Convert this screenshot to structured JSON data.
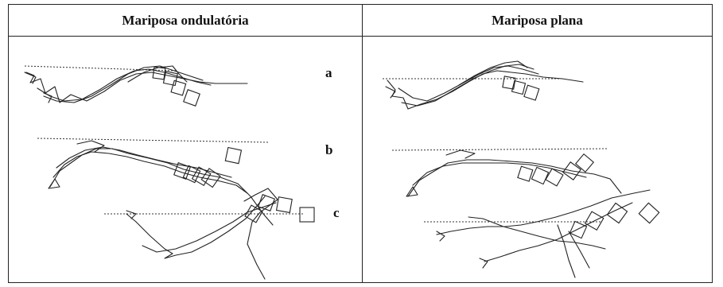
{
  "table": {
    "headers": [
      "Mariposa ondulatória",
      "Mariposa plana"
    ],
    "row_labels": [
      "a",
      "b",
      "c"
    ]
  }
}
